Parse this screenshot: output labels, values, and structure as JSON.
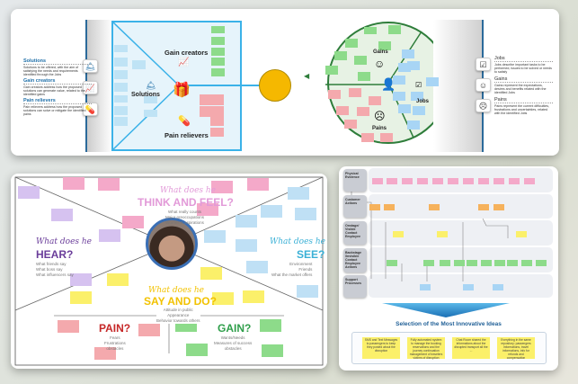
{
  "value_proposition_canvas": {
    "left_legend": [
      {
        "title": "Solutions",
        "desc": "Solutions to be offered, with the aim of satisfying the needs and requirements identified through the Jobs"
      },
      {
        "title": "Gain creators",
        "desc": "Gain creators address how the proposed solutions can generate value, related to the identified gains"
      },
      {
        "title": "Pain relievers",
        "desc": "Pain relievers address how the proposed solutions can solve or mitigate the identified pains"
      }
    ],
    "product_labels": {
      "gain_creators": "Gain creators",
      "solutions": "Solutions",
      "pain_relievers": "Pain relievers"
    },
    "customer_labels": {
      "gains": "Gains",
      "jobs": "Jobs",
      "pains": "Pains"
    },
    "right_legend": [
      {
        "title": "Jobs",
        "desc": "Jobs describe important tasks to be performed, issues to be solved or needs to satisfy"
      },
      {
        "title": "Gains",
        "desc": "Gains represent the expectations, desires and benefits related with the identified Jobs"
      },
      {
        "title": "Pains",
        "desc": "Pains represent the current difficulties, frustrations and uncertainties, related with the identified Jobs"
      }
    ],
    "colors": {
      "blue": "#3bb2e8",
      "green": "#2e7d3a",
      "yellow": "#f5b800"
    }
  },
  "empathy_map": {
    "prefix": "What does he",
    "think": {
      "title": "THINK AND FEEL?",
      "sub": "What really counts\nMajor preoccupations\nWorries & aspirations"
    },
    "hear": {
      "title": "HEAR?",
      "sub": "What friends say\nWhat boss say\nWhat influencers say"
    },
    "see": {
      "title": "SEE?",
      "sub": "Environment\nFriends\nWhat the market offers"
    },
    "say": {
      "title": "SAY AND DO?",
      "sub": "Attitude in public\nAppearance\nBehavior towards others"
    },
    "pain": {
      "title": "PAIN?",
      "sub": "Fears\nFrustrations\nobstacles"
    },
    "gain": {
      "title": "GAIN?",
      "sub": "Wants/Needs\nMeasures of success\nobstacles"
    }
  },
  "service_blueprint": {
    "rows": [
      "Physical Evidence",
      "Customer Actions",
      "Onstage/ Visible Contact Employee",
      "Backstage /Invisible Contact Employee Actions",
      "Support Processes"
    ],
    "selection_title": "Selection of the Most Innovative Ideas",
    "ideas": [
      "SMS and Text Messages to passengers to keep they posted about the disruption",
      "Fully automated system to manage the booking reservations and the journey continuation management of travelers victims of disruption",
      "Chat Room shared the informations about the disrupted transport all the ...",
      "Everything in the same repository: passengers informations, travel informations, info for refunds and compensation"
    ]
  }
}
